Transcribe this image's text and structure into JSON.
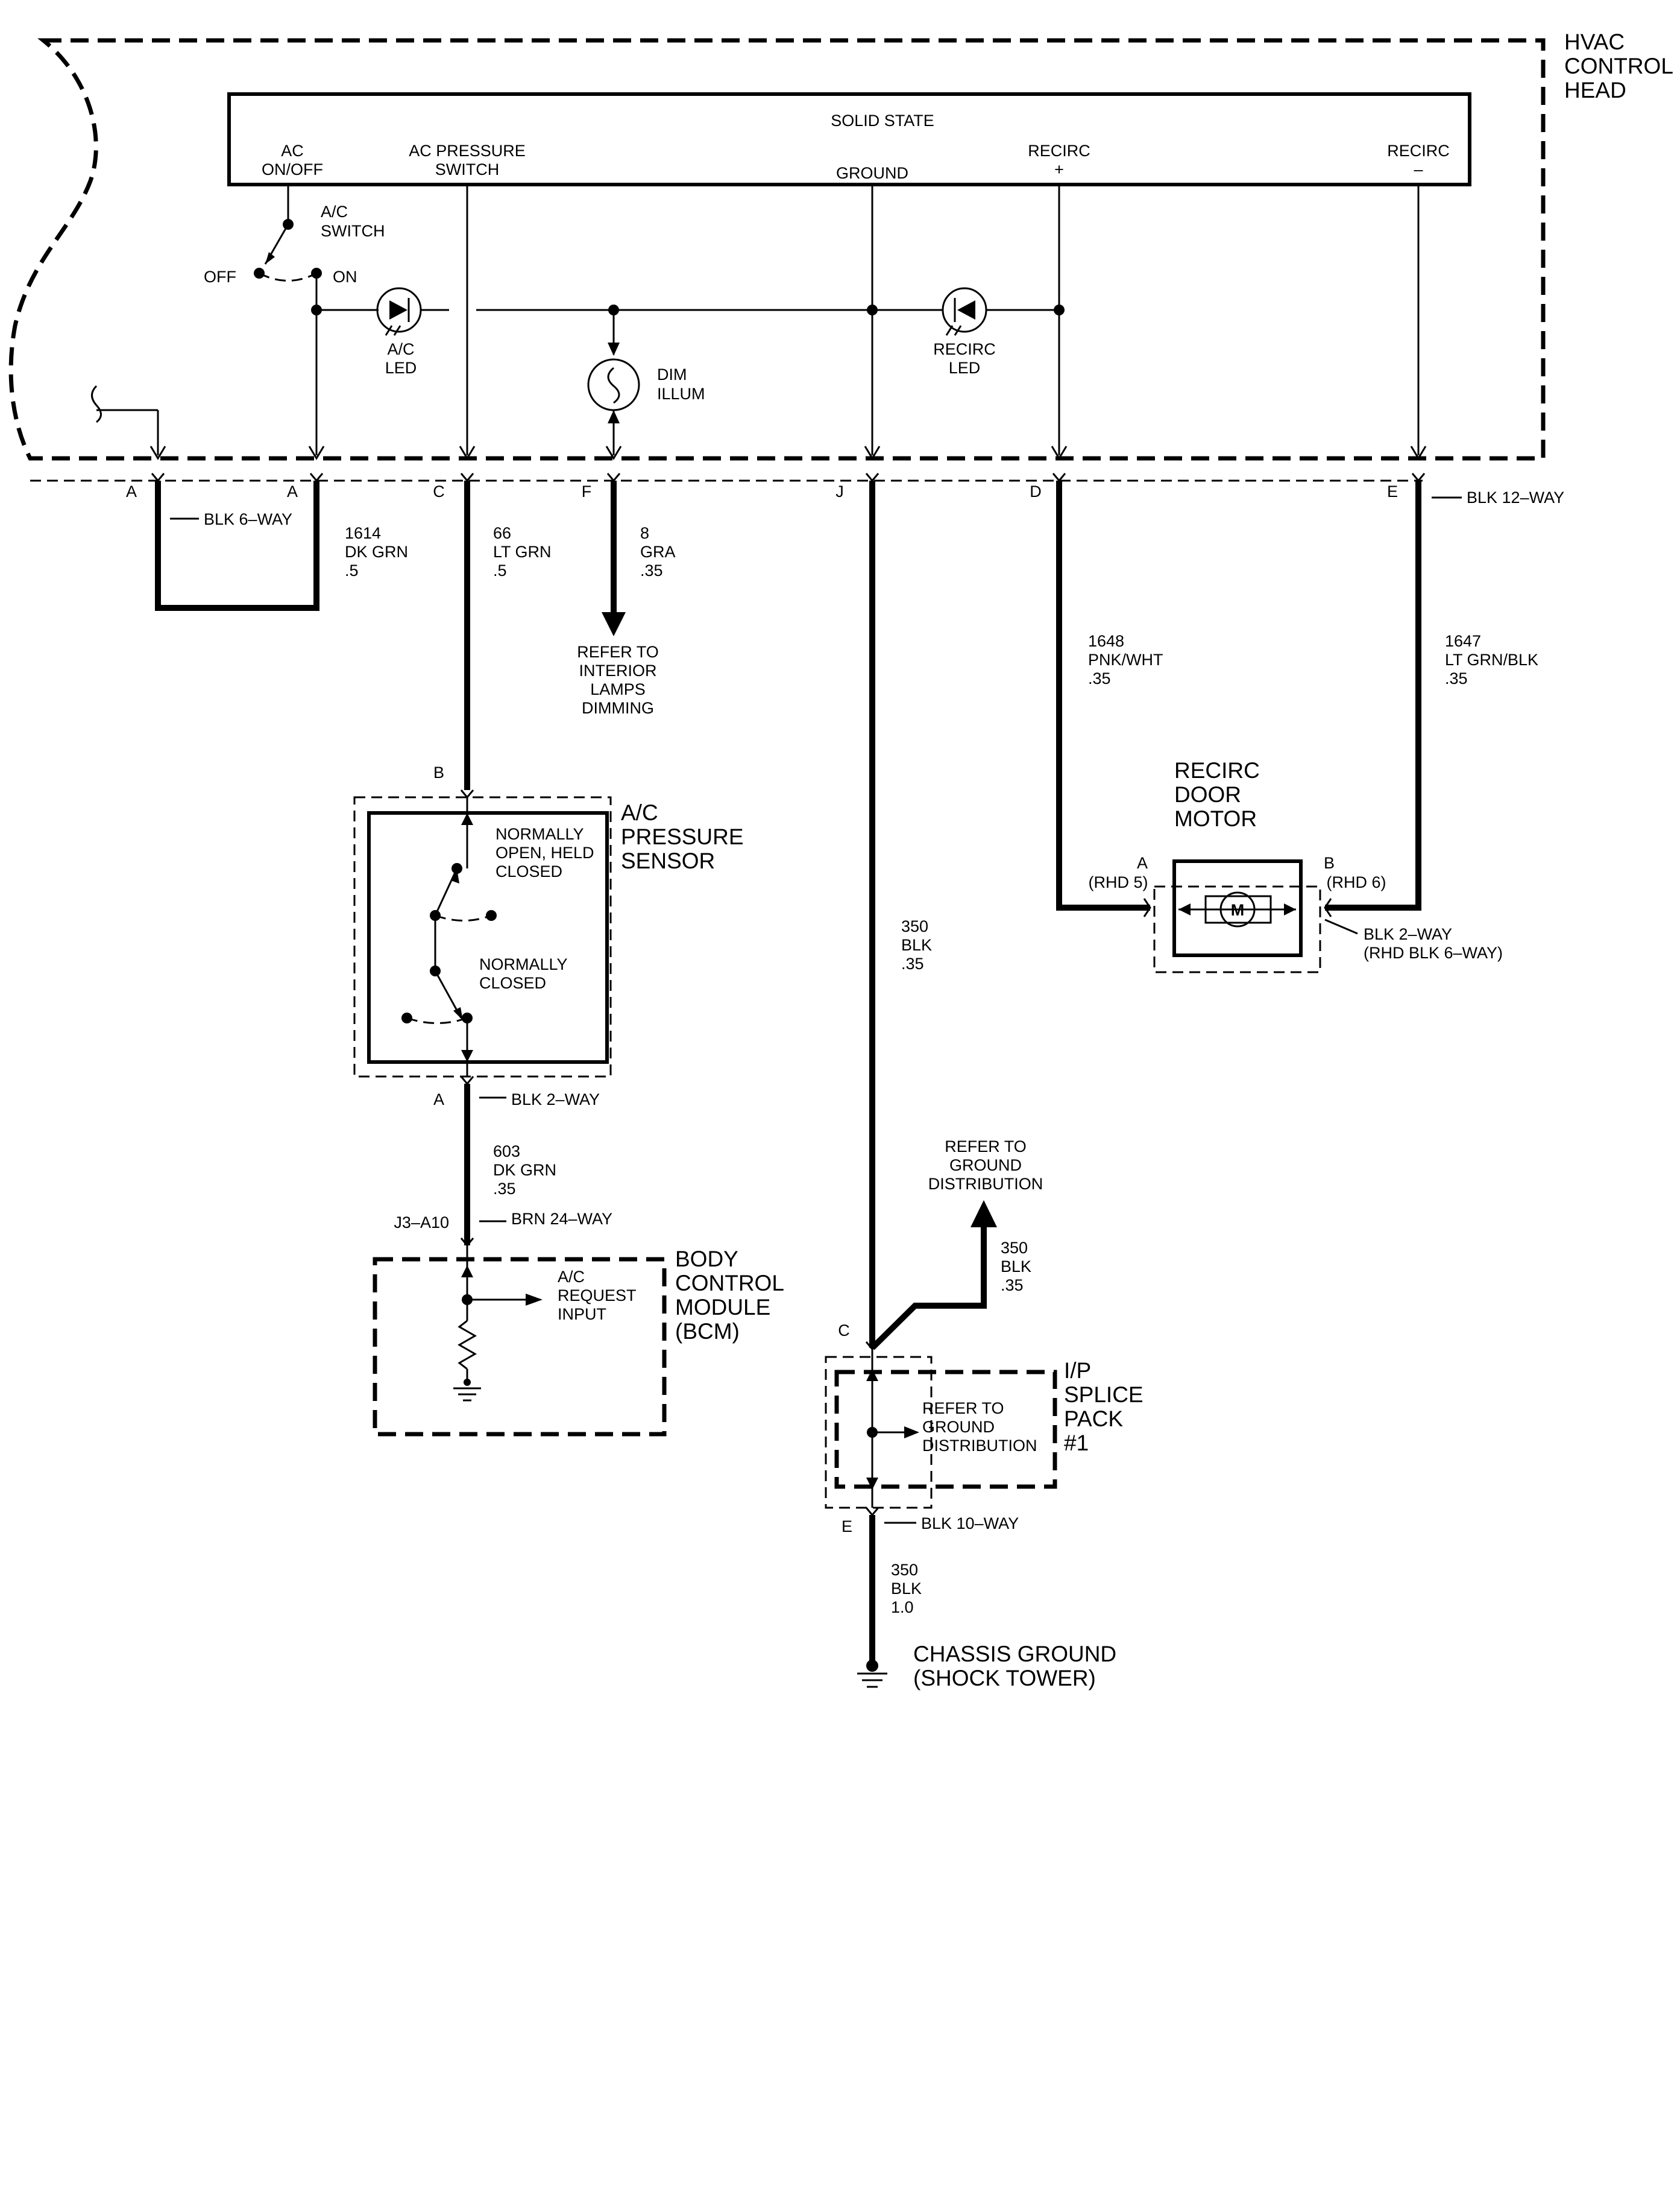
{
  "hvac_head": {
    "title_l1": "HVAC",
    "title_l2": "CONTROL",
    "title_l3": "HEAD",
    "solid_state": "SOLID STATE",
    "pins": {
      "ac_onoff_l1": "AC",
      "ac_onoff_l2": "ON/OFF",
      "ac_pressure_l1": "AC PRESSURE",
      "ac_pressure_l2": "SWITCH",
      "ground": "GROUND",
      "recirc_plus_l1": "RECIRC",
      "recirc_plus_l2": "+",
      "recirc_minus_l1": "RECIRC",
      "recirc_minus_l2": "–"
    },
    "ac_switch_l1": "A/C",
    "ac_switch_l2": "SWITCH",
    "off": "OFF",
    "on": "ON",
    "ac_led_l1": "A/C",
    "ac_led_l2": "LED",
    "dim_l1": "DIM",
    "dim_l2": "ILLUM",
    "recirc_led_l1": "RECIRC",
    "recirc_led_l2": "LED"
  },
  "connector": {
    "pin_a1": "A",
    "pin_a2": "A",
    "pin_c": "C",
    "pin_f": "F",
    "pin_j": "J",
    "pin_d": "D",
    "pin_e": "E",
    "blk6": "BLK 6–WAY",
    "blk12": "BLK 12–WAY"
  },
  "wires": {
    "w1614": [
      "1614",
      "DK GRN",
      ".5"
    ],
    "w66": [
      "66",
      "LT GRN",
      ".5"
    ],
    "w8": [
      "8",
      "GRA",
      ".35"
    ],
    "w1648": [
      "1648",
      "PNK/WHT",
      ".35"
    ],
    "w1647": [
      "1647",
      "LT GRN/BLK",
      ".35"
    ],
    "w350a": [
      "350",
      "BLK",
      ".35"
    ],
    "w603": [
      "603",
      "DK GRN",
      ".35"
    ],
    "w350b": [
      "350",
      "BLK",
      ".35"
    ],
    "w350c": [
      "350",
      "BLK",
      "1.0"
    ]
  },
  "refer_dimming": [
    "REFER TO",
    "INTERIOR",
    "LAMPS",
    "DIMMING"
  ],
  "pressure_sensor": {
    "pin_b": "B",
    "pin_a": "A",
    "title": [
      "A/C",
      "PRESSURE",
      "SENSOR"
    ],
    "no_text": [
      "NORMALLY",
      "OPEN, HELD",
      "CLOSED"
    ],
    "nc_text": [
      "NORMALLY",
      "CLOSED"
    ],
    "conn": "BLK 2–WAY"
  },
  "bcm": {
    "pin": "J3–A10",
    "conn": "BRN 24–WAY",
    "input": [
      "A/C",
      "REQUEST",
      "INPUT"
    ],
    "title": [
      "BODY",
      "CONTROL",
      "MODULE",
      "(BCM)"
    ]
  },
  "recirc_motor": {
    "title": [
      "RECIRC",
      "DOOR",
      "MOTOR"
    ],
    "pin_a": "A",
    "pin_a_rhd": "(RHD 5)",
    "pin_b": "B",
    "pin_b_rhd": "(RHD 6)",
    "motor": "M",
    "conn_l1": "BLK 2–WAY",
    "conn_l2": "(RHD BLK 6–WAY)"
  },
  "ground_ref": [
    "REFER TO",
    "GROUND",
    "DISTRIBUTION"
  ],
  "splice": {
    "pin_c": "C",
    "pin_e": "E",
    "title": [
      "I/P",
      "SPLICE",
      "PACK",
      "#1"
    ],
    "ref": [
      "REFER TO",
      "GROUND",
      "DISTRIBUTION"
    ],
    "conn": "BLK 10–WAY"
  },
  "chassis": [
    "CHASSIS GROUND",
    "(SHOCK TOWER)"
  ]
}
